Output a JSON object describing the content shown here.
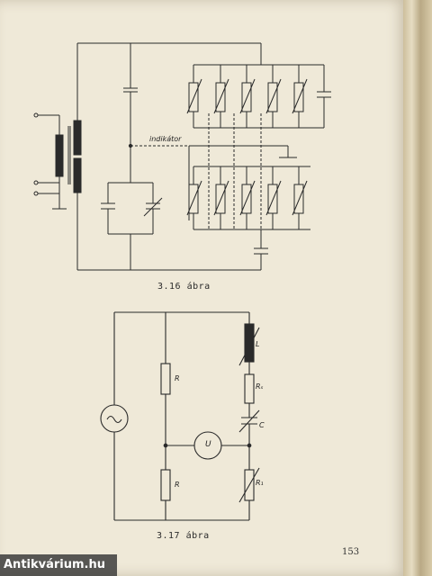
{
  "figures": [
    {
      "caption": "3.16 ábra",
      "labels": {
        "indicator": "indikátor"
      }
    },
    {
      "caption": "3.17 ábra",
      "labels": {
        "r_top": "R",
        "r_bottom": "R",
        "l": "L",
        "rs": "Rₛ",
        "c": "C",
        "u": "U",
        "rt": "R₁"
      }
    }
  ],
  "page": {
    "number": "153"
  },
  "watermark": {
    "text": "Antikvárium.hu"
  }
}
